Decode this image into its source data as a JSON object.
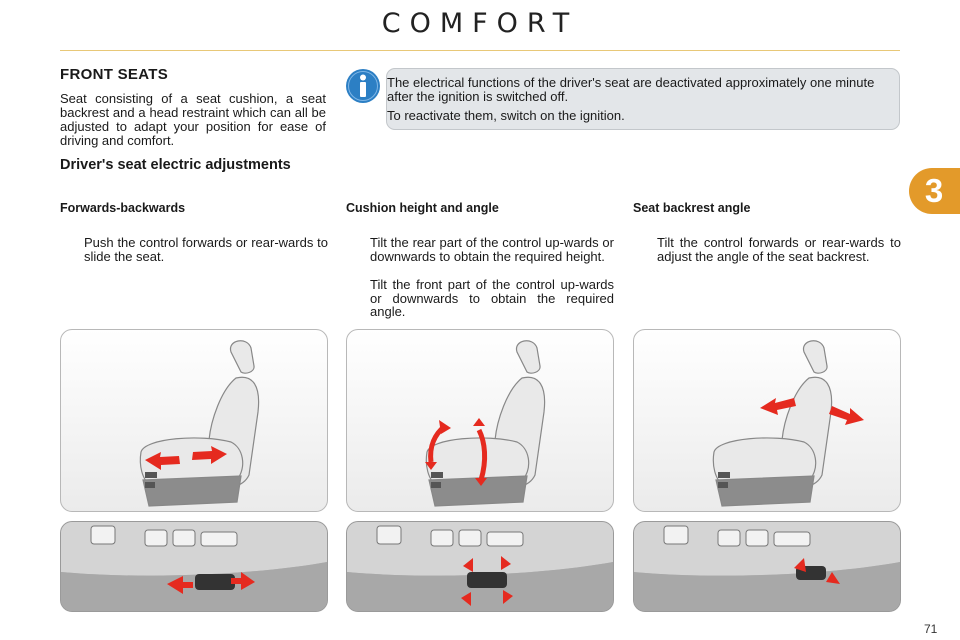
{
  "header": {
    "title": "COMFORT"
  },
  "chapter_tab": {
    "number": "3"
  },
  "front_seats": {
    "heading": "FRONT SEATS",
    "intro": "Seat consisting of a seat cushion, a seat backrest and a head restraint which can all be adjusted to adapt your position for ease of driving and comfort."
  },
  "info": {
    "icon": "info-icon",
    "line1": "The electrical functions of the driver's seat are deactivated approximately one minute after the ignition is switched off.",
    "line2": "To reactivate them, switch on the ignition."
  },
  "driver_seat": {
    "heading": "Driver's seat electric adjustments"
  },
  "columns": [
    {
      "heading": "Forwards-backwards",
      "bullets": [
        "Push the control forwards or rear-wards to slide the seat."
      ]
    },
    {
      "heading": "Cushion height and angle",
      "bullets": [
        "Tilt the rear part of the control up-wards or downwards to obtain the required height.",
        "Tilt the front part of the control up-wards or downwards to obtain the required angle."
      ]
    },
    {
      "heading": "Seat backrest angle",
      "bullets": [
        "Tilt the control forwards or rear-wards to adjust the angle of the seat backrest."
      ]
    }
  ],
  "bullet_symbol": "",
  "colors": {
    "accent": "#e39a2a",
    "arrow": "#e52a1f",
    "info_blue": "#2c7fc4"
  },
  "page_number": "71"
}
